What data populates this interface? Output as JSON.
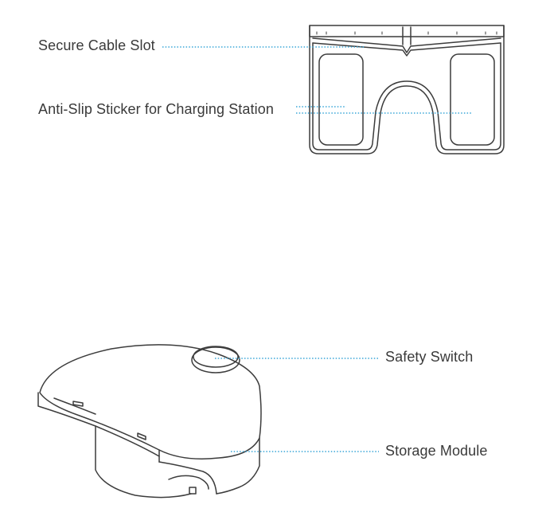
{
  "figure_top": {
    "labels": {
      "secure_cable_slot": "Secure Cable Slot",
      "anti_slip_sticker": "Anti-Slip Sticker for Charging Station"
    }
  },
  "figure_bottom": {
    "labels": {
      "safety_switch": "Safety Switch",
      "storage_module": "Storage Module"
    }
  },
  "colors": {
    "outline": "#3c3c3c",
    "leader": "#39a6d8",
    "text": "#3a3a3a"
  }
}
